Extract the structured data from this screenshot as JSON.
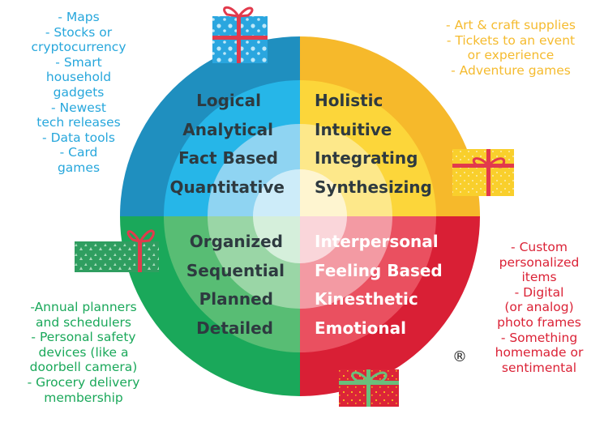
{
  "colors": {
    "blue_outer": "#1f8fbf",
    "blue_mid": "#26b6e8",
    "blue_light": "#8fd4f2",
    "blue_center": "#cdecf9",
    "yellow_outer": "#f6b92b",
    "yellow_mid": "#fcd63a",
    "yellow_light": "#fde88a",
    "yellow_center": "#fef5d0",
    "green_outer": "#1aa85a",
    "green_mid": "#58bd74",
    "green_light": "#9ad6a6",
    "green_center": "#d5efdb",
    "red_outer": "#d91f35",
    "red_mid": "#ea5060",
    "red_light": "#f39aa3",
    "red_center": "#fad6da",
    "text_dark": "#2e3a40",
    "text_light": "#ffffff",
    "list_blue": "#27a7dc",
    "list_yellow": "#f5bb2f",
    "list_green": "#1aa85a",
    "list_red": "#db2236"
  },
  "wheel": {
    "blue_words": [
      "Logical",
      "Analytical",
      "Fact Based",
      "Quantitative"
    ],
    "yellow_words": [
      "Holistic",
      "Intuitive",
      "Integrating",
      "Synthesizing"
    ],
    "green_words": [
      "Organized",
      "Sequential",
      "Planned",
      "Detailed"
    ],
    "red_words": [
      "Interpersonal",
      "Feeling Based",
      "Kinesthetic",
      "Emotional"
    ]
  },
  "lists": {
    "top_left": [
      "- Maps",
      "- Stocks or",
      "cryptocurrency",
      "- Smart",
      "household",
      "gadgets",
      "- Newest",
      "tech releases",
      "- Data tools",
      "- Card",
      "games"
    ],
    "top_right": [
      "- Art & craft supplies",
      "- Tickets to an event",
      "or experience",
      "- Adventure games"
    ],
    "bottom_left": [
      "-Annual planners",
      "and schedulers",
      "- Personal safety",
      "devices (like a",
      "doorbell camera)",
      "- Grocery delivery",
      "membership"
    ],
    "bottom_right": [
      "- Custom",
      "personalized",
      "items",
      "- Digital",
      "(or analog)",
      "photo frames",
      "- Something",
      "homemade or",
      "sentimental"
    ]
  },
  "registered_mark": "®"
}
